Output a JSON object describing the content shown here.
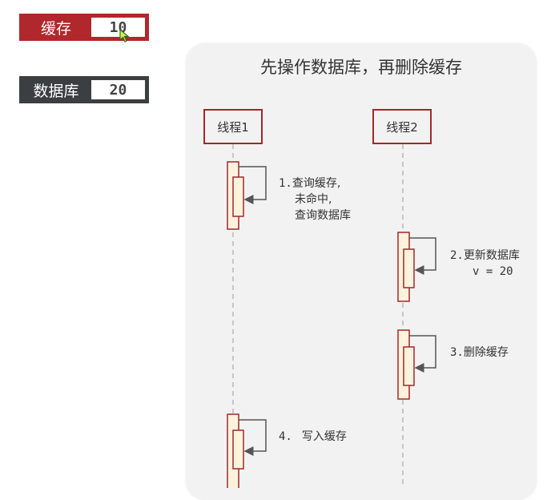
{
  "cache": {
    "label": "缓存",
    "value": "10"
  },
  "database": {
    "label": "数据库",
    "value": "20"
  },
  "diagram": {
    "title": "先操作数据库，再删除缓存",
    "threads": [
      "线程1",
      "线程2"
    ],
    "steps": [
      {
        "num": "1.",
        "lines": [
          "查询缓存,",
          "未命中,",
          "查询数据库"
        ]
      },
      {
        "num": "2.",
        "lines": [
          "更新数据库",
          "v = 20"
        ]
      },
      {
        "num": "3.",
        "lines": [
          "删除缓存"
        ]
      },
      {
        "num": "4.",
        "lines": [
          "写入缓存"
        ]
      }
    ]
  },
  "colors": {
    "cache_red": "#b0282c",
    "db_dark": "#3c3f42",
    "activation_fill": "#fdf3dc",
    "activation_border": "#a3282c"
  }
}
